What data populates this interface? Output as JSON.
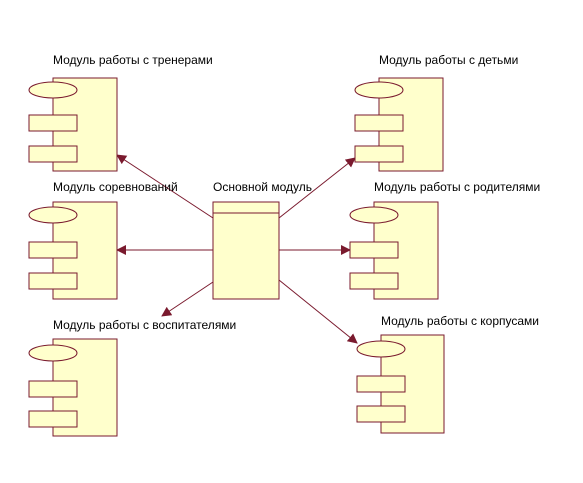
{
  "colors": {
    "component_fill": "#ffffcc",
    "component_stroke": "#7a1a2e",
    "arrow": "#7a1a2e"
  },
  "diagram": {
    "main_module": {
      "label": "Основной модуль"
    },
    "modules": [
      {
        "id": "trainers",
        "label": "Модуль работы с тренерами"
      },
      {
        "id": "children",
        "label": "Модуль работы с детьми"
      },
      {
        "id": "competitions",
        "label": "Модуль соревнований"
      },
      {
        "id": "parents",
        "label": "Модуль работы с родителями"
      },
      {
        "id": "educators",
        "label": "Модуль работы с воспитателями"
      },
      {
        "id": "buildings",
        "label": "Модуль работы с корпусами"
      }
    ],
    "edges": [
      {
        "from": "main",
        "to": "trainers"
      },
      {
        "from": "main",
        "to": "children"
      },
      {
        "from": "main",
        "to": "competitions"
      },
      {
        "from": "main",
        "to": "parents"
      },
      {
        "from": "main",
        "to": "educators"
      },
      {
        "from": "main",
        "to": "buildings"
      }
    ]
  }
}
